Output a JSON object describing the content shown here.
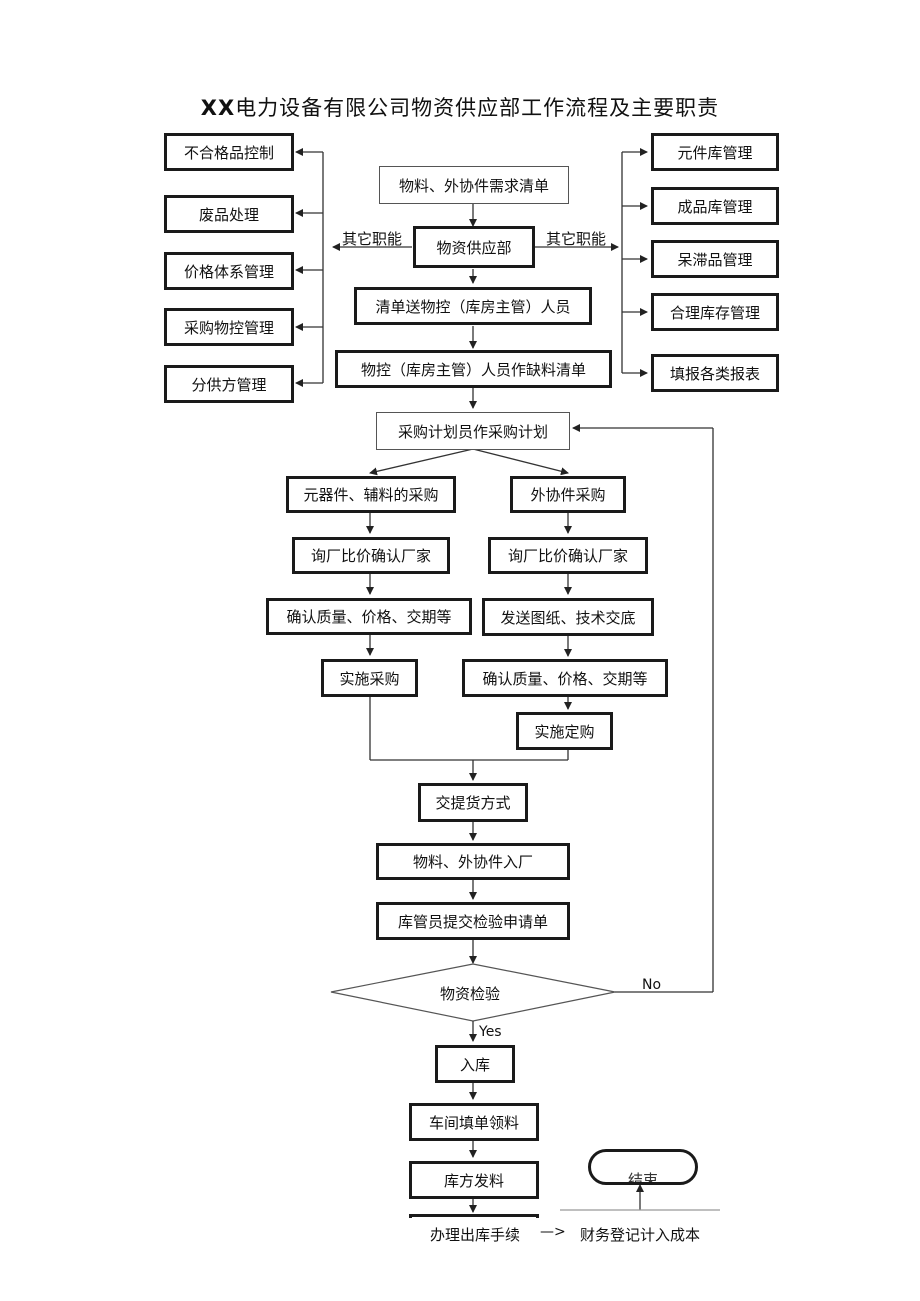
{
  "title": {
    "prefix": "XX",
    "text": "电力设备有限公司物资供应部工作流程及主要职责"
  },
  "left_functions": [
    "不合格品控制",
    "废品处理",
    "价格体系管理",
    "采购物控管理",
    "分供方管理"
  ],
  "right_functions": [
    "元件库管理",
    "成品库管理",
    "呆滞品管理",
    "合理库存管理",
    "填报各类报表"
  ],
  "other_functions_label": "其它职能",
  "main_flow": {
    "demand_list": "物料、外协件需求清单",
    "supply_dept": "物资供应部",
    "send_list": "清单送物控（库房主管）人员",
    "shortage_list": "物控（库房主管）人员作缺料清单",
    "purchase_plan": "采购计划员作采购计划"
  },
  "branch_left": [
    "元器件、辅料的采购",
    "询厂比价确认厂家",
    "确认质量、价格、交期等",
    "实施采购"
  ],
  "branch_right": [
    "外协件采购",
    "询厂比价确认厂家",
    "发送图纸、技术交底",
    "确认质量、价格、交期等",
    "实施定购"
  ],
  "lower_flow": {
    "delivery": "交提货方式",
    "arrival": "物料、外协件入厂",
    "inspect_request": "库管员提交检验申请单",
    "inspection": "物资检验",
    "no": "No",
    "yes": "Yes",
    "warehouse_in": "入库",
    "requisition": "车间填单领料",
    "issue": "库方发料",
    "end": "结束",
    "checkout": "办理出库手续",
    "arrow": "—>",
    "finance": "财务登记计入成本"
  }
}
